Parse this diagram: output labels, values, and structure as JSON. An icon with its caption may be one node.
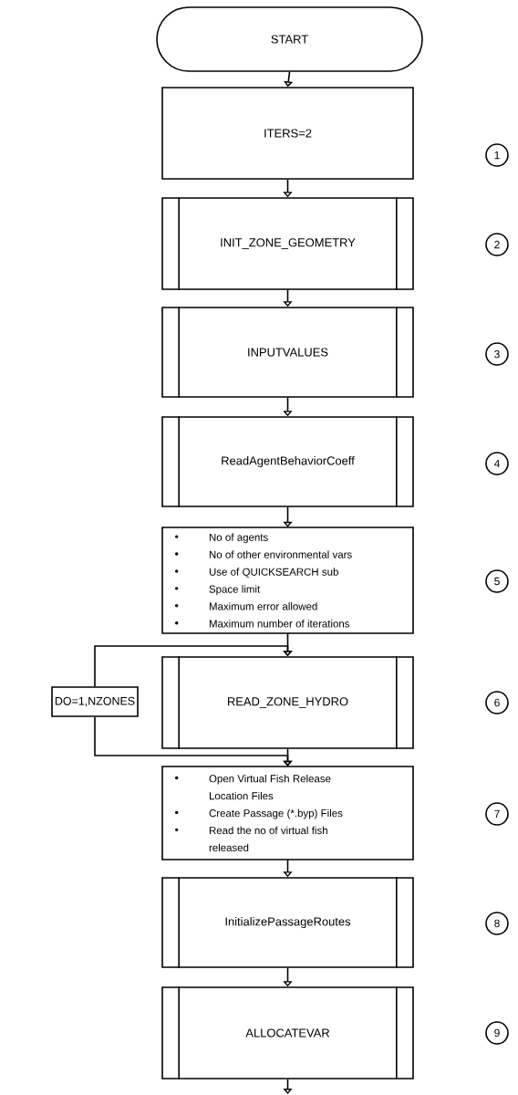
{
  "diagram": {
    "nodes": [
      {
        "text": [
          "START"
        ]
      },
      {
        "text": [
          "ITERS=2"
        ]
      },
      {
        "text": [
          "1"
        ]
      },
      {
        "text": [
          "INIT_ZONE_GEOMETRY"
        ]
      },
      {
        "text": [
          "2"
        ]
      },
      {
        "text": [
          "INPUTVALUES"
        ]
      },
      {
        "text": [
          "3"
        ]
      },
      {
        "text": [
          "ReadAgentBehaviorCoeff"
        ]
      },
      {
        "text": [
          "4"
        ]
      },
      {
        "text": [
          "No of agents",
          "No of other environmental vars",
          "Use of QUICKSEARCH sub",
          "Space limit",
          "Maximum error allowed",
          "Maximum number of iterations"
        ]
      },
      {
        "text": [
          "5"
        ]
      },
      {
        "text": [
          "DO=1,NZONES"
        ]
      },
      {
        "text": [
          "READ_ZONE_HYDRO"
        ]
      },
      {
        "text": [
          "6"
        ]
      },
      {
        "text": [
          "Open Virtual Fish Release Location Files",
          "Create Passage (*.byp) Files",
          "Read the no of virtual fish released"
        ]
      },
      {
        "text": [
          "7"
        ]
      },
      {
        "text": [
          "InitializePassageRoutes"
        ]
      },
      {
        "text": [
          "8"
        ]
      },
      {
        "text": [
          "ALLOCATEVAR"
        ]
      },
      {
        "text": [
          "9"
        ]
      }
    ],
    "edges": [
      {
        "from": 0,
        "to": 1,
        "arrow": "to"
      },
      {
        "from": 1,
        "to": 3,
        "arrow": "to"
      },
      {
        "from": 3,
        "to": 5,
        "arrow": "to"
      },
      {
        "from": 5,
        "to": 7,
        "arrow": "to"
      },
      {
        "from": 7,
        "to": 9,
        "arrow": "to"
      },
      {
        "from": 9,
        "to": 12,
        "arrow": "to"
      },
      {
        "from": 11,
        "to": 12,
        "arrow": "to"
      },
      {
        "from": 12,
        "to": 14,
        "arrow": "to"
      },
      {
        "from": 11,
        "to": 14,
        "arrow": "to"
      },
      {
        "from": 14,
        "to": 16,
        "arrow": "to"
      },
      {
        "from": 16,
        "to": 18,
        "arrow": "to"
      },
      {
        "from": 18,
        "to": null,
        "arrow": "to"
      }
    ]
  }
}
